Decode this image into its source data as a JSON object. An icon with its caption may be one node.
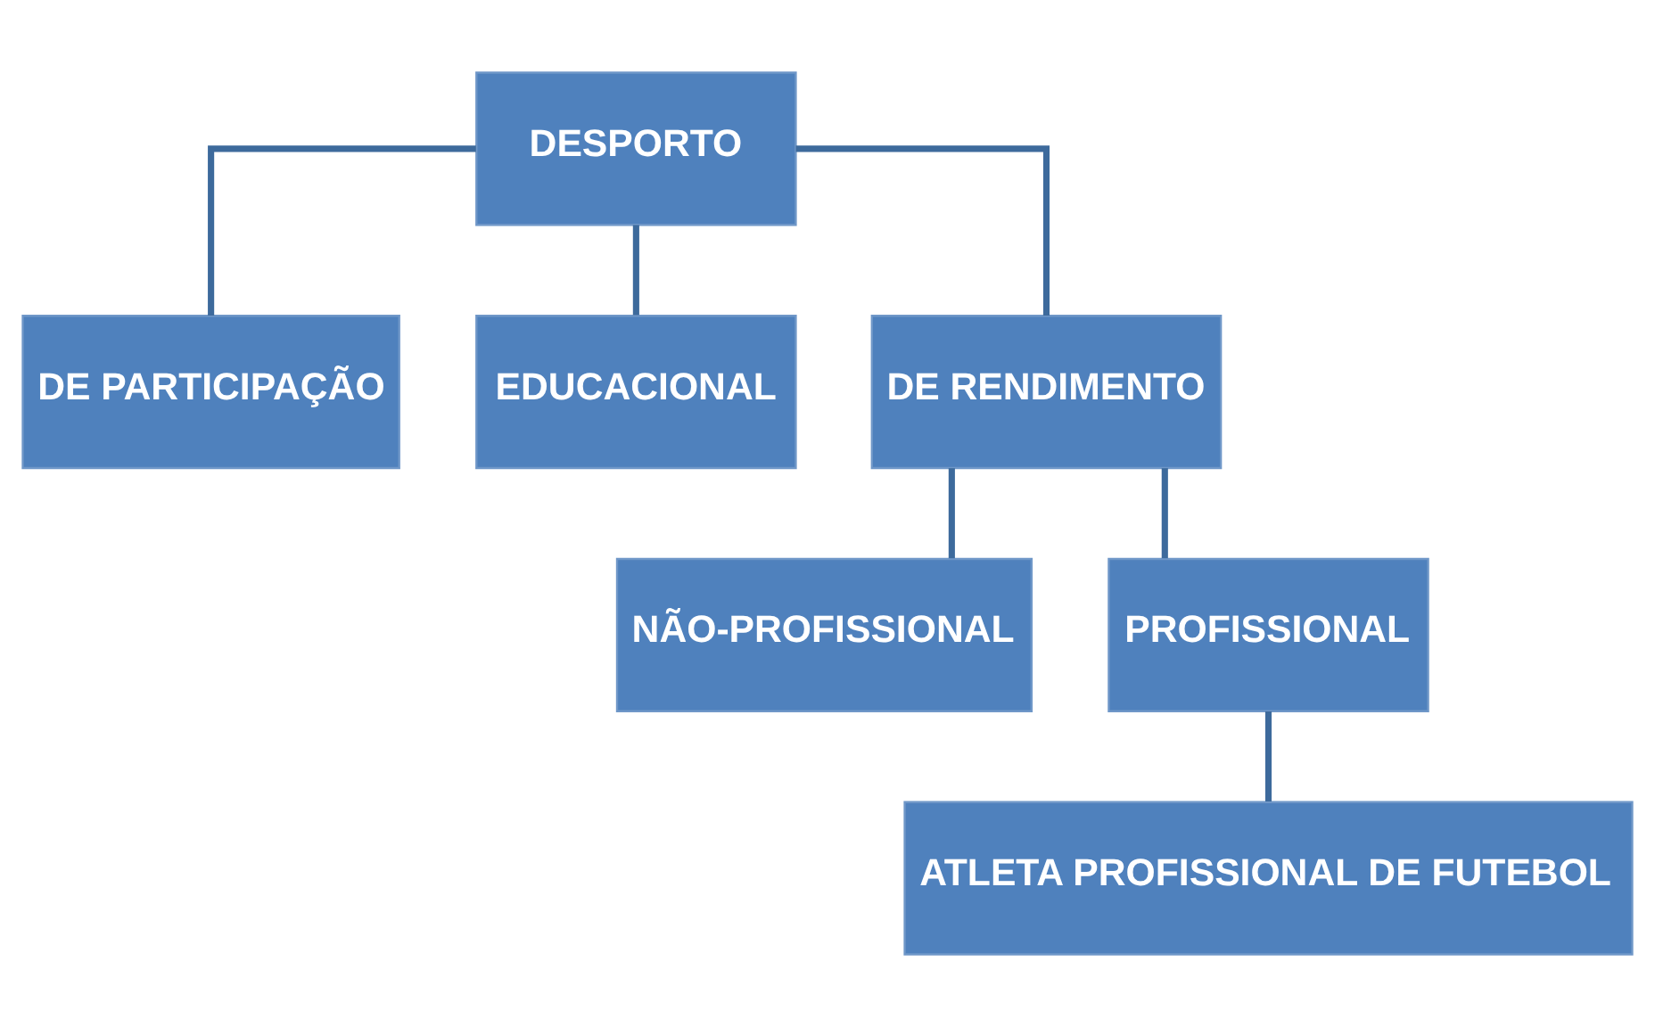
{
  "diagram": {
    "nodes": [
      {
        "text": [
          "DESPORTO"
        ]
      },
      {
        "text": [
          "DE PARTICIPAÇÃO"
        ]
      },
      {
        "text": [
          "EDUCACIONAL"
        ]
      },
      {
        "text": [
          "DE RENDIMENTO"
        ]
      },
      {
        "text": [
          "NÃO-PROFISSIONAL"
        ]
      },
      {
        "text": [
          "PROFISSIONAL"
        ]
      },
      {
        "text": [
          "ATLETA PROFISSIONAL DE FUTEBOL"
        ]
      }
    ],
    "edges": [
      {
        "from": 0,
        "to": 1,
        "arrow": "none"
      },
      {
        "from": 0,
        "to": 2,
        "arrow": "none"
      },
      {
        "from": 0,
        "to": 3,
        "arrow": "none"
      },
      {
        "from": 3,
        "to": 4,
        "arrow": "none"
      },
      {
        "from": 3,
        "to": 5,
        "arrow": "none"
      },
      {
        "from": 5,
        "to": 6,
        "arrow": "none"
      }
    ]
  }
}
